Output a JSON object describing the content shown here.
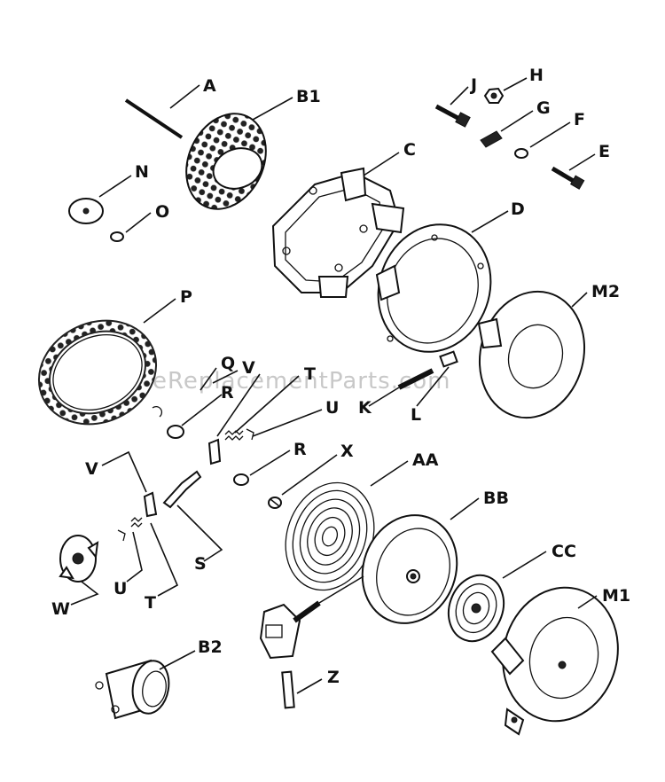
{
  "watermark": "eReplacementParts.com",
  "labels": {
    "A": "A",
    "B1": "B1",
    "C": "C",
    "D": "D",
    "E": "E",
    "F": "F",
    "G": "G",
    "H": "H",
    "J": "J",
    "K": "K",
    "L": "L",
    "M1": "M1",
    "M2": "M2",
    "N": "N",
    "O": "O",
    "P": "P",
    "Q": "Q",
    "R1": "R",
    "R2": "R",
    "S": "S",
    "T1": "T",
    "T2": "T",
    "U1": "U",
    "U2": "U",
    "V1": "V",
    "V2": "V",
    "W": "W",
    "X": "X",
    "Z": "Z",
    "AA": "AA",
    "BB": "BB",
    "CC": "CC",
    "B2": "B2"
  }
}
